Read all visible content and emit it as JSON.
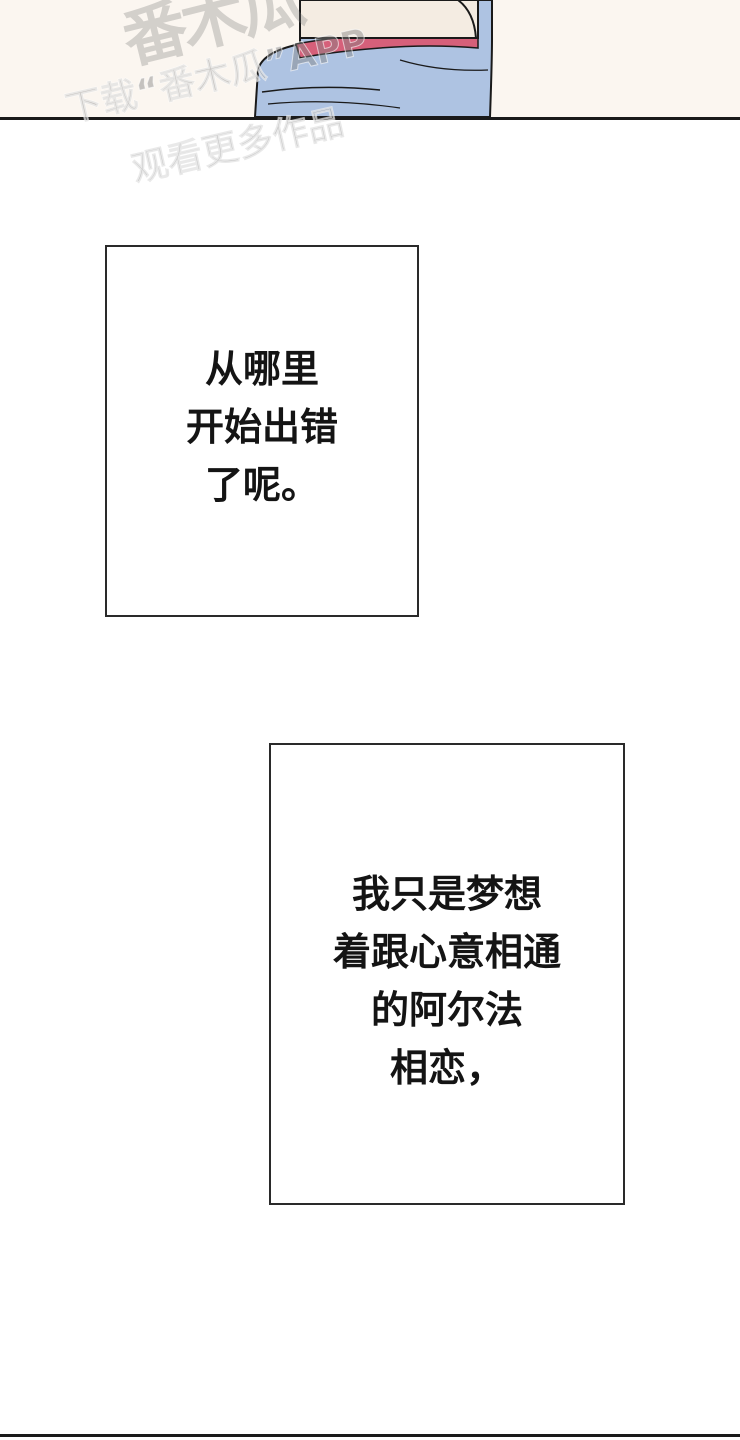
{
  "watermark": {
    "logo": "番木瓜",
    "line1": "下载“番木瓜”APP",
    "line2": "观看更多作品"
  },
  "captions": [
    {
      "lines": [
        "从哪里",
        "开始出错",
        "了呢。"
      ]
    },
    {
      "lines": [
        "我只是梦想",
        "着跟心意相通",
        "的阿尔法",
        "相恋，"
      ]
    }
  ],
  "colors": {
    "panel_background": "#fbf6f0",
    "sleeve_blue": "#aec3e2",
    "collar_red": "#d6607a",
    "ink": "#1a1a1a"
  }
}
